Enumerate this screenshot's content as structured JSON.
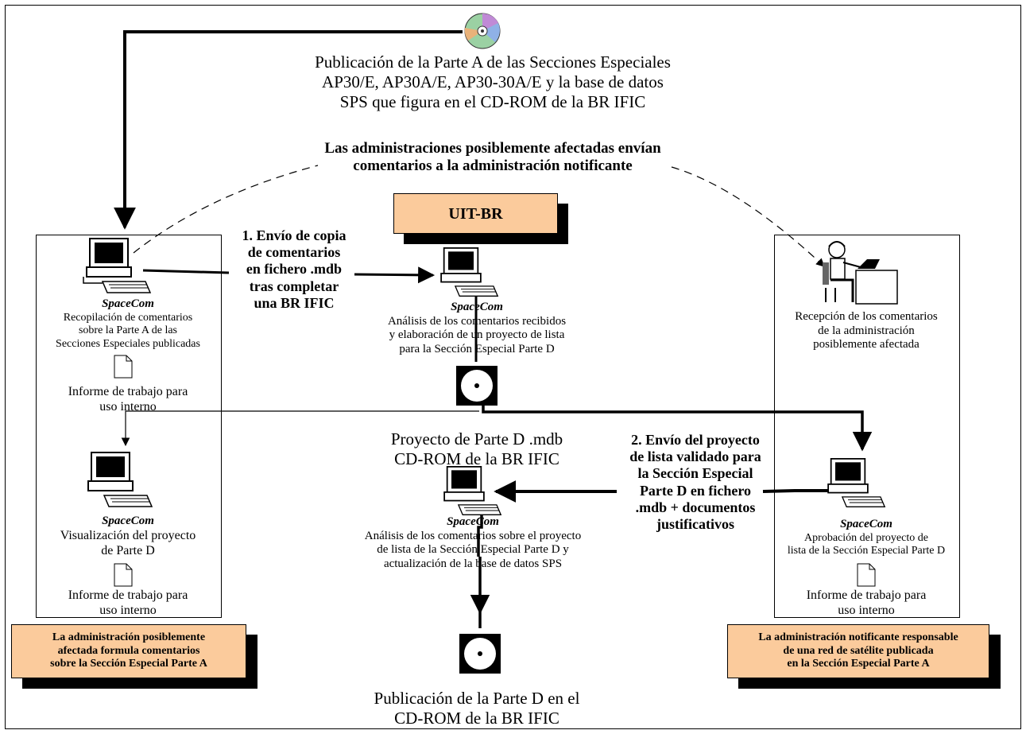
{
  "top_publication": [
    "Publicación de la Parte A de las Secciones Especiales",
    "AP30/E, AP30A/E, AP30-30A/E y la base de datos",
    "SPS que figura en el CD-ROM de la BR IFIC"
  ],
  "comments_banner": [
    "Las administraciones posiblemente afectadas envían",
    "comentarios a la administración notificante"
  ],
  "uit_box": "UIT-BR",
  "step1": [
    "1. Envío de copia",
    "de comentarios",
    "en fichero .mdb",
    "tras completar",
    "una BR IFIC"
  ],
  "step2": [
    "2. Envío del proyecto",
    "de lista validado para",
    "la Sección Especial",
    "Parte D en fichero",
    ".mdb + documentos",
    "justificativos"
  ],
  "spacecom": "SpaceCom",
  "left_panel": {
    "compile_text": [
      "Recopilación de comentarios",
      "sobre la Parte A de las",
      "Secciones Especiales  publicadas"
    ],
    "report_text": [
      "Informe de trabajo para",
      "uso interno"
    ],
    "view_text": [
      "Visualización del proyecto",
      "de Parte D"
    ],
    "report2_text": [
      "Informe de trabajo para",
      "uso interno"
    ],
    "label": [
      "La administración posiblemente",
      "afectada formula comentarios",
      "sobre la Sección Especial Parte A"
    ]
  },
  "center": {
    "analysis_text": [
      "Análisis de los comentarios recibidos",
      "y elaboración de un proyecto de lista",
      "para la Sección Especial Parte D"
    ],
    "draft_text": [
      "Proyecto de Parte D .mdb",
      "CD-ROM de la BR IFIC"
    ],
    "analysis2_text": [
      "Análisis de los comentarios sobre el proyecto",
      "de lista de la Sección  Especial Parte  D y",
      "actualización de la base de datos SPS"
    ],
    "final_text": [
      "Publicación de la Parte D en el",
      "CD-ROM de la BR IFIC"
    ]
  },
  "right_panel": {
    "receipt_text": [
      "Recepción de los comentarios",
      "de la administración",
      "posiblemente afectada"
    ],
    "approve_text": [
      "Aprobación del proyecto de",
      "lista de la Sección Especial Parte D"
    ],
    "report_text": [
      "Informe de trabajo para",
      "uso interno"
    ],
    "label": [
      "La administración notificante responsable",
      "de una red de satélite publicada",
      "en la Sección Especial Parte A"
    ]
  },
  "colors": {
    "label_fill": "#fbcb9c",
    "line": "#000000"
  },
  "icons": [
    "cd-rom-icon",
    "computer-icon",
    "document-icon",
    "disk-icon",
    "person-at-desk-icon"
  ]
}
